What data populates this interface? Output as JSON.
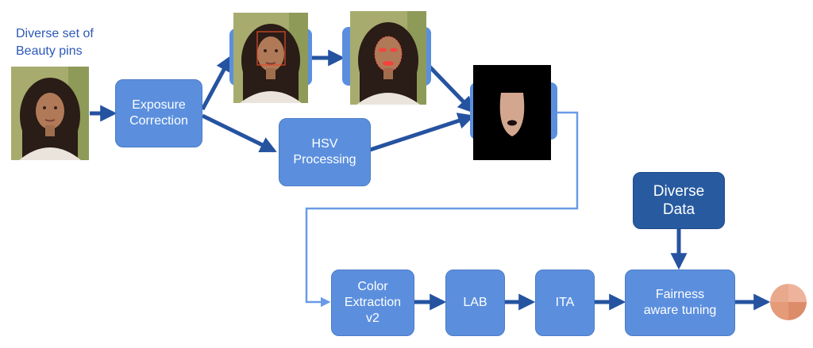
{
  "caption": "Diverse set of\nBeauty pins",
  "nodes": {
    "exposure": "Exposure\nCorrection",
    "hsv": "HSV\nProcessing",
    "color_extraction": "Color\nExtraction\nv2",
    "lab": "LAB",
    "ita": "ITA",
    "fairness": "Fairness\naware tuning",
    "diverse_data": "Diverse\nData"
  },
  "colors": {
    "node_fill": "#5b8fde",
    "node_dark_fill": "#275a9f",
    "arrow": "#2553a0",
    "connector": "#6a9ae6",
    "caption": "#2c58b8"
  },
  "icons": {
    "input": "portrait-photo-icon",
    "detection": "face-detection-photo-icon",
    "landmarks": "face-landmarks-photo-icon",
    "mask": "skin-mask-icon",
    "output": "skin-tone-swatch-icon"
  }
}
